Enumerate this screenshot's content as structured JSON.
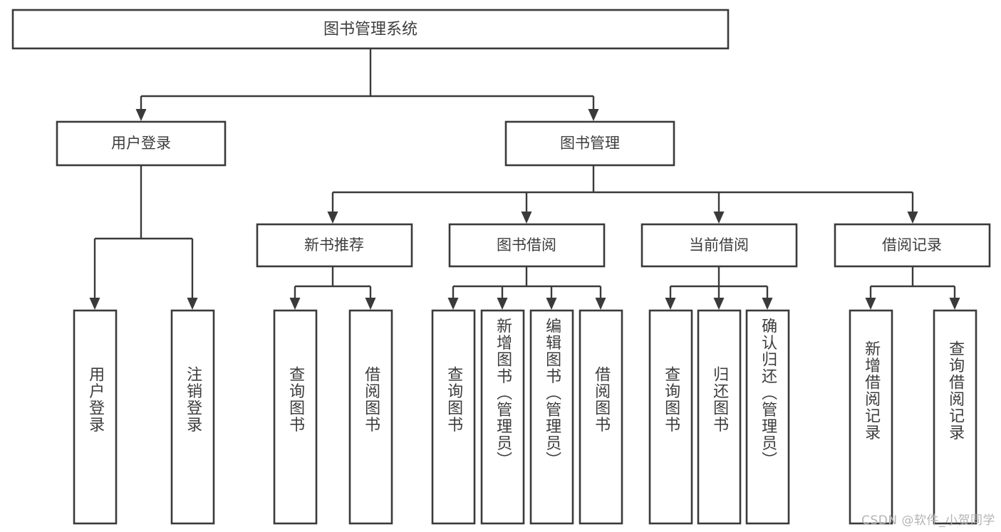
{
  "diagram": {
    "title": "图书管理系统",
    "type": "tree-hierarchy",
    "orientation": "top-down",
    "background_color": "#ffffff",
    "box_stroke_color": "#3a3a3a",
    "text_color": "#3d3d3d",
    "connector_color": "#3a3a3a",
    "levels": 4
  },
  "root": {
    "label": "图书管理系统"
  },
  "level2": [
    {
      "label": "用户登录"
    },
    {
      "label": "图书管理"
    }
  ],
  "level3": [
    {
      "label": "新书推荐"
    },
    {
      "label": "图书借阅"
    },
    {
      "label": "当前借阅"
    },
    {
      "label": "借阅记录"
    }
  ],
  "leaves": {
    "user_login": [
      {
        "label": "用户登录"
      },
      {
        "label": "注销登录"
      }
    ],
    "new_book_recommend": [
      {
        "label": "查询图书"
      },
      {
        "label": "借阅图书"
      }
    ],
    "book_borrow": [
      {
        "label": "查询图书"
      },
      {
        "label": "新增图书（管理员）"
      },
      {
        "label": "编辑图书（管理员）"
      },
      {
        "label": "借阅图书"
      }
    ],
    "current_borrow": [
      {
        "label": "查询图书"
      },
      {
        "label": "归还图书"
      },
      {
        "label": "确认归还（管理员）"
      }
    ],
    "borrow_record": [
      {
        "label": "新增借阅记录"
      },
      {
        "label": "查询借阅记录"
      }
    ]
  },
  "watermark": {
    "text": "CSDN @软件_小贺同学"
  }
}
